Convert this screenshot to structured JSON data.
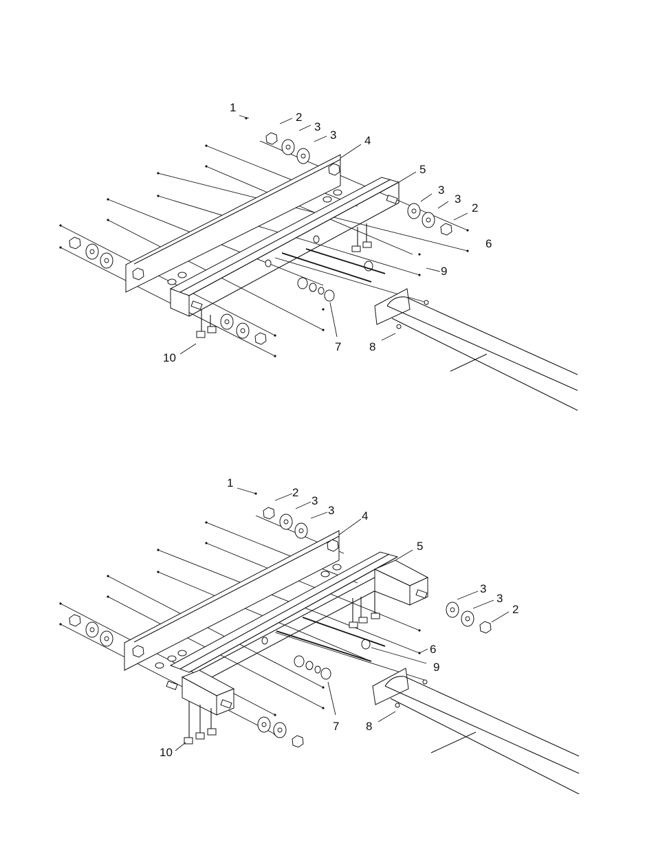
{
  "diagrams": [
    {
      "name": "upper-assembly",
      "callouts": [
        "1",
        "2",
        "3",
        "3",
        "4",
        "5",
        "3",
        "3",
        "2",
        "6",
        "9",
        "7",
        "8",
        "10"
      ]
    },
    {
      "name": "lower-assembly",
      "callouts": [
        "1",
        "2",
        "3",
        "3",
        "4",
        "5",
        "3",
        "3",
        "2",
        "6",
        "9",
        "7",
        "8",
        "10"
      ]
    }
  ]
}
